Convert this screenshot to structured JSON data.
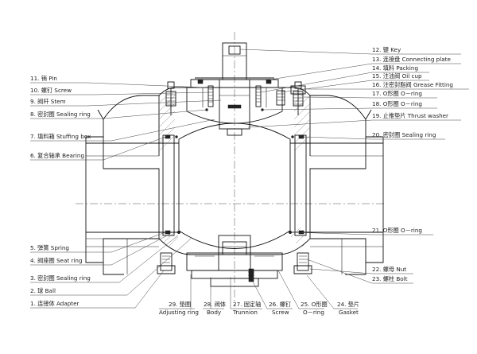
{
  "labels_left": [
    {
      "id": "11",
      "text": "11. 销 Pin"
    },
    {
      "id": "10",
      "text": "10. 螺钉 Screw"
    },
    {
      "id": "9",
      "text": "9. 阀杆 Stem"
    },
    {
      "id": "8",
      "text": "8. 密封圈 Sealing ring"
    },
    {
      "id": "7",
      "text": "7. 填料箱 Stuffing box"
    },
    {
      "id": "6",
      "text": "6. 复合轴承 Bearing"
    },
    {
      "id": "5",
      "text": "5. 弹簧 Spring"
    },
    {
      "id": "4",
      "text": "4. 阀座圈 Seat ring"
    },
    {
      "id": "3",
      "text": "3. 密封圈 Sealing ring"
    },
    {
      "id": "2",
      "text": "2. 球 Ball"
    },
    {
      "id": "1",
      "text": "1. 连接体 Adapter"
    }
  ],
  "labels_right": [
    {
      "id": "12",
      "text": "12. 键 Key"
    },
    {
      "id": "13",
      "text": "13. 连接盘 Connecting plate"
    },
    {
      "id": "14",
      "text": "14. 填料 Packing"
    },
    {
      "id": "15",
      "text": "15. 注油阀 Oil cup"
    },
    {
      "id": "16",
      "text": "16. 注密封脂阀 Grease Fitting"
    },
    {
      "id": "17",
      "text": "17. O形圈 O－ring"
    },
    {
      "id": "18",
      "text": "18. O形圈 O－ring"
    },
    {
      "id": "19",
      "text": "19. 止推垫片 Thrust washer"
    },
    {
      "id": "20",
      "text": "20. 密封圈 Sealing ring"
    },
    {
      "id": "21",
      "text": "21. O形圈 O－ring"
    },
    {
      "id": "22",
      "text": "22. 螺母 Nut"
    },
    {
      "id": "23",
      "text": "23. 螺柱 Bolt"
    }
  ],
  "labels_bottom": [
    {
      "id": "29",
      "cn": "29. 垫圈",
      "en": "Adjusting ring"
    },
    {
      "id": "28",
      "cn": "28. 阀体",
      "en": "Body"
    },
    {
      "id": "27",
      "cn": "27. 固定轴",
      "en": "Trunnion"
    },
    {
      "id": "26",
      "cn": "26. 螺钉",
      "en": "Screw"
    },
    {
      "id": "25",
      "cn": "25. O形圈",
      "en": "O－ring"
    },
    {
      "id": "24",
      "cn": "24. 垫片",
      "en": "Gasket"
    }
  ]
}
